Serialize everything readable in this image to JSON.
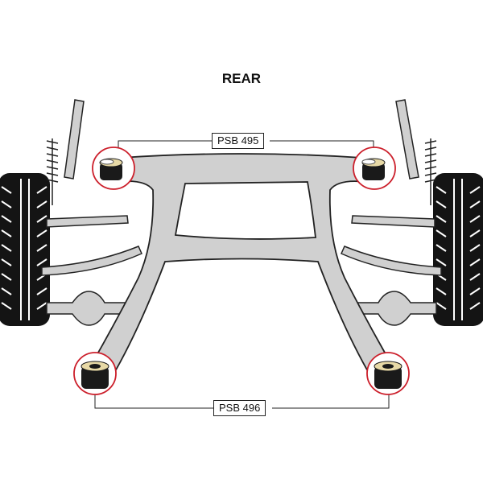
{
  "title": "REAR",
  "labels": {
    "upper_bush": "PSB 495",
    "lower_bush": "PSB 496"
  },
  "colors": {
    "frame": "#d0d0d0",
    "outline": "#222222",
    "highlight": "#cc1f2b",
    "bush_body": "#1a1a1a",
    "bush_insert": "#e7d9a6",
    "tyre": "#141414"
  }
}
